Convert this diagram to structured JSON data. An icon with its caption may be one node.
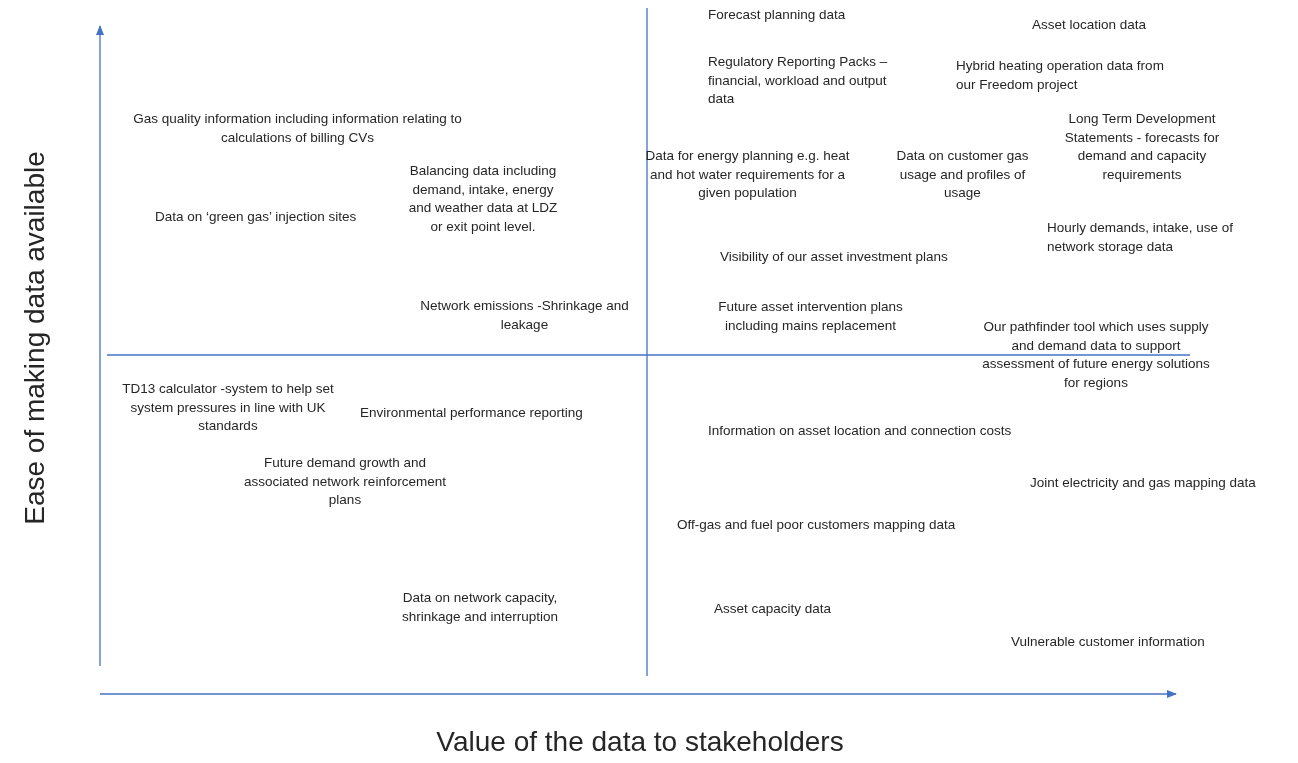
{
  "diagram": {
    "labels": [
      "Forecast planning data",
      "Asset location data",
      "Regulatory Reporting Packs – financial, workload and output data",
      "Hybrid heating operation data from our Freedom project",
      "Long Term Development Statements - forecasts for demand and capacity requirements",
      "Gas quality information including information relating to calculations of billing CVs",
      "Data for energy planning e.g. heat and hot water requirements for a given population",
      "Data on customer gas usage and profiles of usage",
      "Balancing data including demand, intake, energy and weather data at LDZ or exit point level.",
      "Data on ‘green gas’ injection sites",
      "Hourly demands, intake, use of network storage data",
      "Visibility of our asset investment plans",
      "Network emissions -Shrinkage and leakage",
      "Future asset intervention plans including mains replacement",
      "Our pathfinder tool which uses supply and demand data to support assessment of future energy solutions for regions",
      "TD13 calculator -system to help set system pressures in line with UK standards",
      "Environmental performance reporting",
      "Information on asset location and connection costs",
      "Future demand growth and associated network reinforcement plans",
      "Joint electricity and gas mapping data",
      "Off-gas and fuel poor customers mapping data",
      "Data on network capacity, shrinkage and interruption",
      "Asset capacity data",
      "Vulnerable customer information",
      "Ease of making data available",
      "Value of the data to stakeholders"
    ]
  }
}
